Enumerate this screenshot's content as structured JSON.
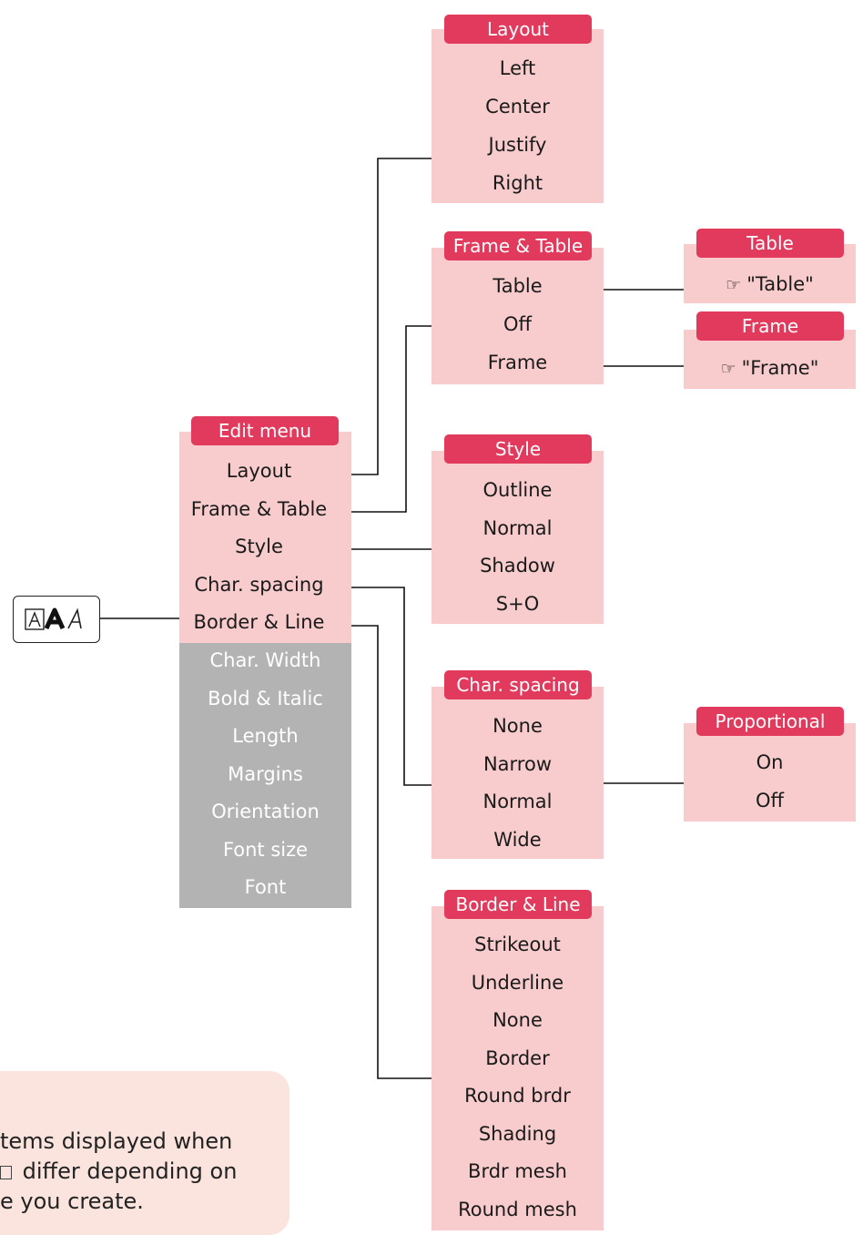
{
  "key_icon": "text-style-key-icon",
  "edit_menu": {
    "title": "Edit menu",
    "items": [
      "Layout",
      "Frame & Table",
      "Style",
      "Char. spacing",
      "Border & Line"
    ],
    "disabled_items": [
      "Char. Width",
      "Bold & Italic",
      "Length",
      "Margins",
      "Orientation",
      "Font size",
      "Font"
    ]
  },
  "layout": {
    "title": "Layout",
    "items": [
      "Left",
      "Center",
      "Justify",
      "Right"
    ]
  },
  "frame_table": {
    "title": "Frame & Table",
    "items": [
      "Table",
      "Off",
      "Frame"
    ]
  },
  "table_ref": {
    "title": "Table",
    "ref": "\"Table\""
  },
  "frame_ref": {
    "title": "Frame",
    "ref": "\"Frame\""
  },
  "style": {
    "title": "Style",
    "items": [
      "Outline",
      "Normal",
      "Shadow",
      "S+O"
    ]
  },
  "char_spacing": {
    "title": "Char. spacing",
    "items": [
      "None",
      "Narrow",
      "Normal",
      "Wide"
    ]
  },
  "proportional": {
    "title": "Proportional",
    "items": [
      "On",
      "Off"
    ]
  },
  "border_line": {
    "title": "Border & Line",
    "items": [
      "Strikeout",
      "Underline",
      "None",
      "Border",
      "Round brdr",
      "Shading",
      "Brdr mesh",
      "Round mesh"
    ]
  },
  "note": {
    "line1": "tems displayed when",
    "line2": " differ depending on",
    "line3": "e you create."
  },
  "colors": {
    "header": "#e23a5c",
    "box": "#f8cccc",
    "disabled_box": "#b3b3b3",
    "note_bg": "#fbe4dd",
    "line": "#111111"
  }
}
